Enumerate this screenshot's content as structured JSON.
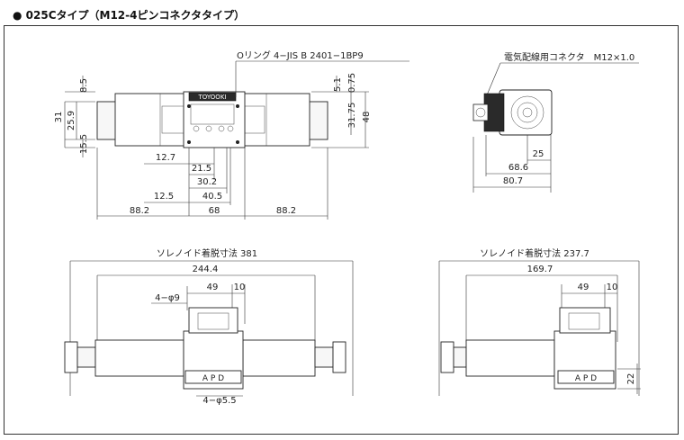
{
  "title": "● 025Cタイプ（M12-4ピンコネクタタイプ）",
  "top_view": {
    "label_oring": "Oリング 4−JIS B 2401−1BP9",
    "brand": "TOYOOKI",
    "dims": {
      "d8_5": "8.5",
      "d31": "31",
      "d25_9": "25.9",
      "d15_5": "15.5",
      "d5_1": "5.1",
      "d0_75": "0.75",
      "d31_75": "31.75",
      "d48": "48",
      "d12_7": "12.7",
      "d21_5": "21.5",
      "d30_2": "30.2",
      "d12_5": "12.5",
      "d40_5": "40.5",
      "d88_2a": "88.2",
      "d68": "68",
      "d88_2b": "88.2"
    }
  },
  "side_view": {
    "label_connector": "電気配線用コネクタ　M12×1.0",
    "dims": {
      "d25": "25",
      "d68_6": "68.6",
      "d80_7": "80.7"
    }
  },
  "front_left": {
    "label_removal": "ソレノイド着脱寸法 381",
    "dims": {
      "d244_4": "244.4",
      "d49": "49",
      "d10": "10",
      "hole_top": "4−φ9",
      "hole_bottom": "4−φ5.5"
    },
    "plate": "A P D"
  },
  "front_right": {
    "label_removal": "ソレノイド着脱寸法 237.7",
    "dims": {
      "d169_7": "169.7",
      "d49": "49",
      "d10": "10",
      "d22": "22"
    },
    "plate": "A P D"
  }
}
